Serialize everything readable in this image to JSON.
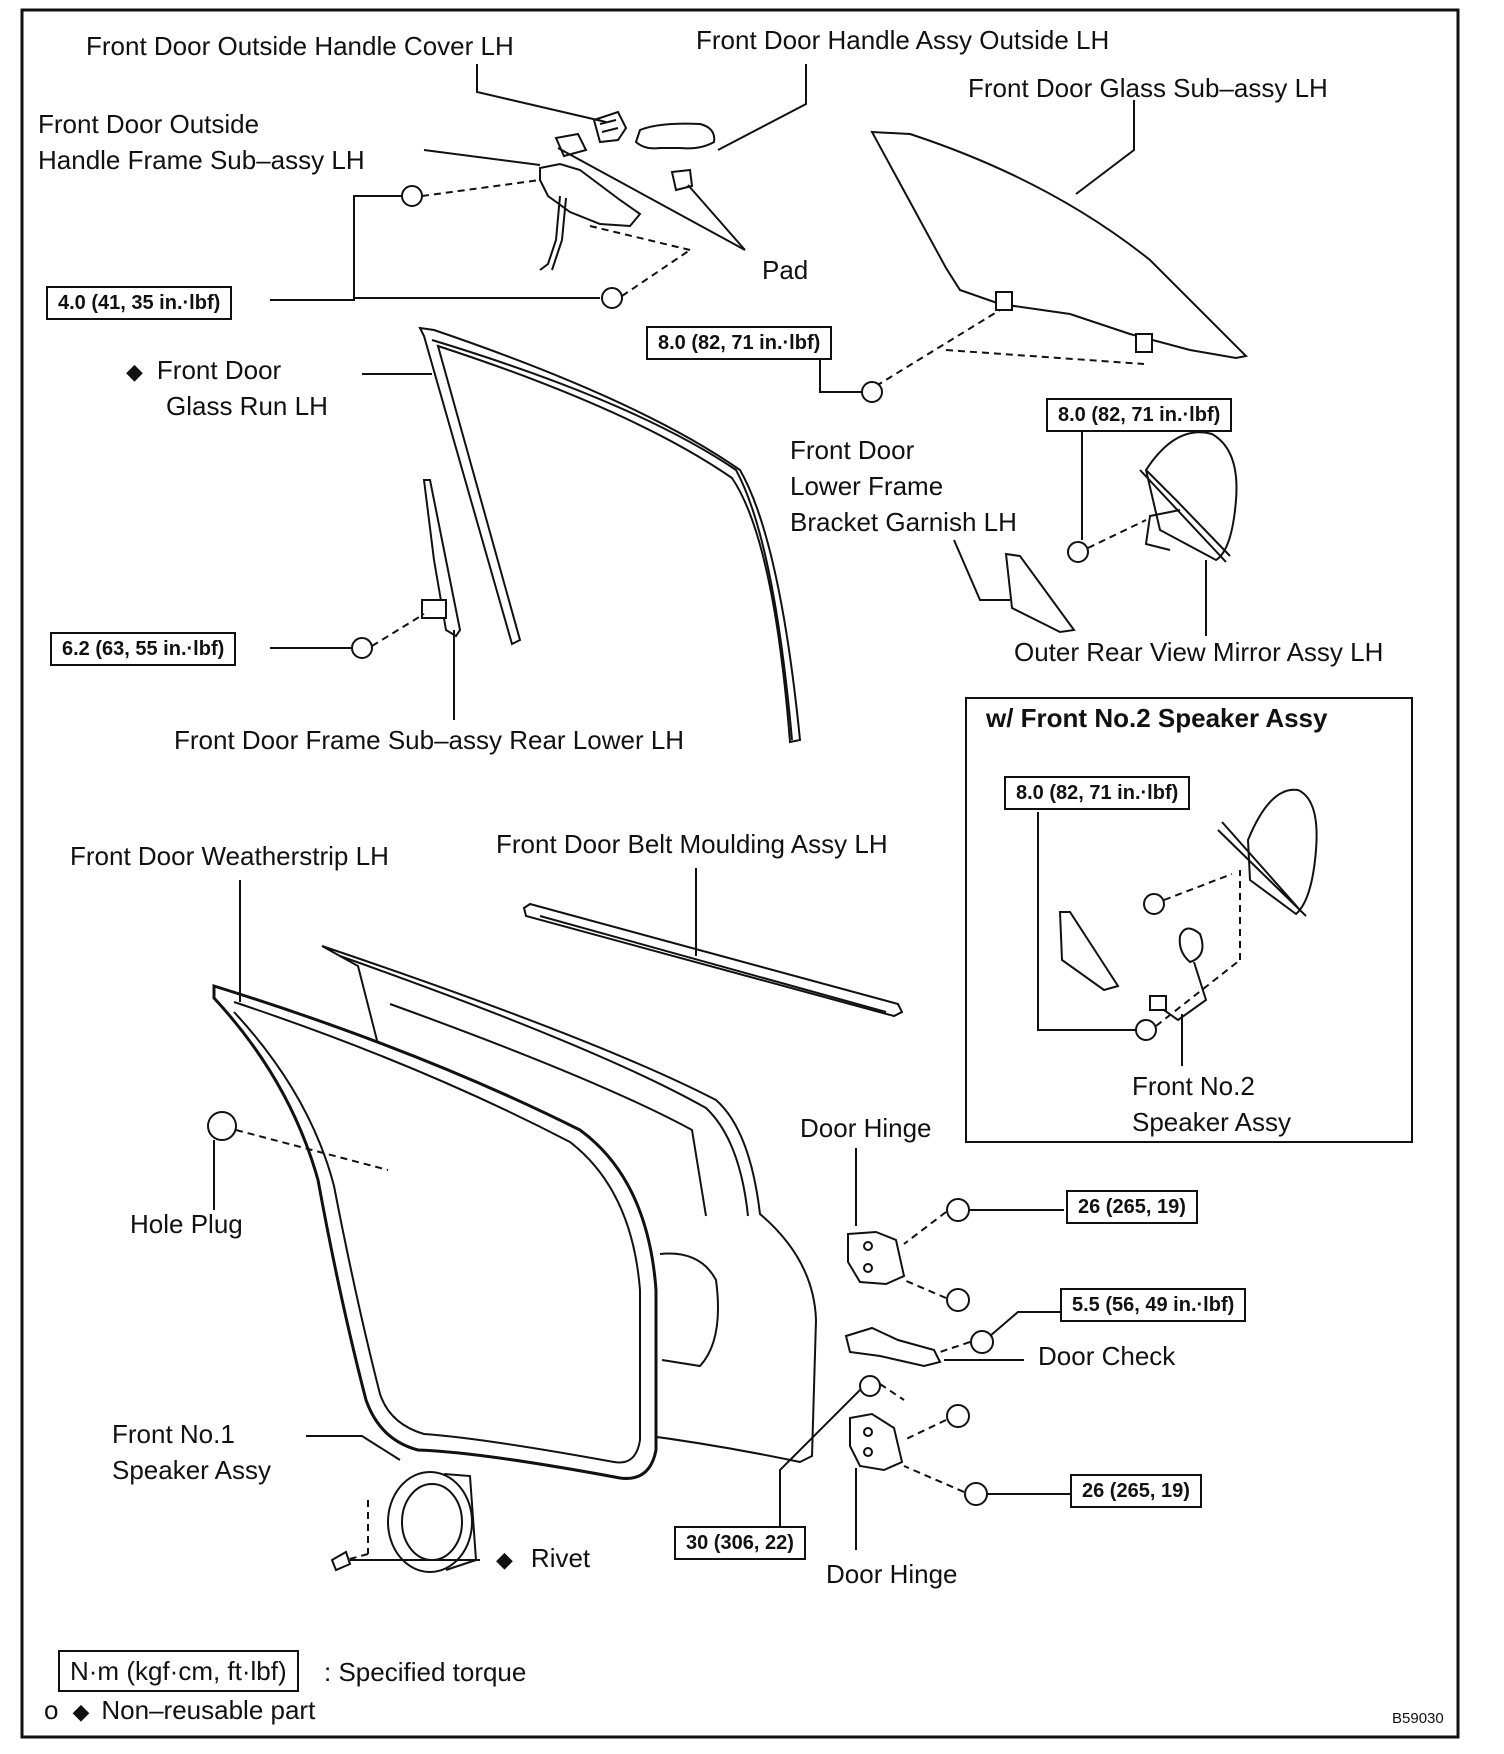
{
  "parts": {
    "handle_cover": "Front Door Outside Handle Cover LH",
    "handle_assy": "Front Door Handle Assy Outside LH",
    "glass": "Front Door Glass Sub–assy LH",
    "handle_frame_1": "Front Door Outside",
    "handle_frame_2": "Handle  Frame Sub–assy LH",
    "pad": "Pad",
    "glass_run_1": "Front Door",
    "glass_run_2": "Glass Run LH",
    "lower_frame_1": "Front Door",
    "lower_frame_2": "Lower Frame",
    "lower_frame_3": "Bracket Garnish LH",
    "mirror": "Outer Rear View Mirror Assy LH",
    "frame_rear_lower": "Front Door Frame Sub–assy Rear Lower LH",
    "weatherstrip": "Front Door Weatherstrip LH",
    "belt_moulding": "Front Door Belt Moulding Assy LH",
    "hole_plug": "Hole Plug",
    "door_hinge_upper": "Door Hinge",
    "door_check": "Door Check",
    "door_hinge_lower": "Door Hinge",
    "speaker1_1": "Front No.1",
    "speaker1_2": "Speaker Assy",
    "rivet": "Rivet"
  },
  "inset": {
    "title": "w/ Front No.2 Speaker Assy",
    "torque": "8.0 (82, 71 in.·lbf)",
    "speaker2_1": "Front No.2",
    "speaker2_2": "Speaker Assy"
  },
  "torques": {
    "t_handle": "4.0 (41, 35 in.·lbf)",
    "t_glass": "8.0 (82, 71 in.·lbf)",
    "t_mirror": "8.0 (82, 71 in.·lbf)",
    "t_frame": "6.2 (63, 55 in.·lbf)",
    "t_hinge_upper": "26 (265, 19)",
    "t_check": "5.5 (56, 49 in.·lbf)",
    "t_hinge_lower": "26 (265, 19)",
    "t_hinge_door": "30 (306, 22)"
  },
  "legend": {
    "torque_box": "N·m (kgf·cm, ft·lbf)",
    "torque_text": ": Specified torque",
    "nonreusable_prefix": "o",
    "nonreusable_text": "Non–reusable part"
  },
  "markers": {
    "diamond": "◆"
  },
  "figure_code": "B59030"
}
